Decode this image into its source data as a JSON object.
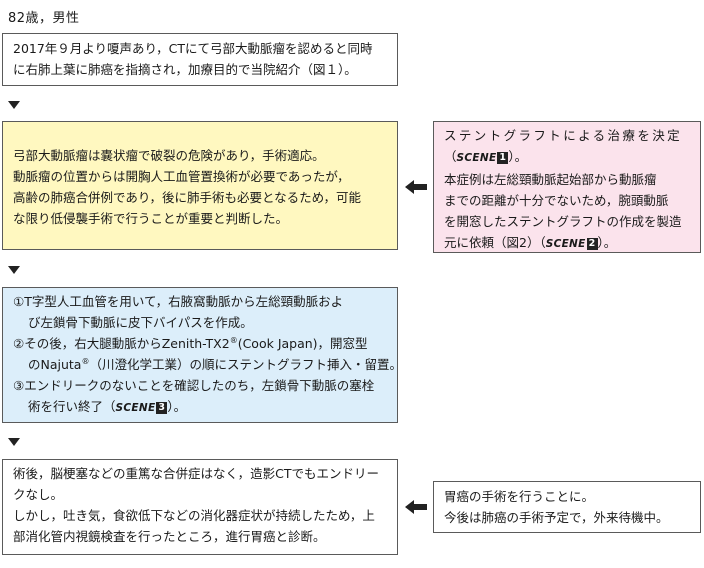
{
  "header": "82歳，男性",
  "box1": {
    "lines": [
      "2017年９月より嗄声あり，CTにて弓部大動脈瘤を認めると同時",
      "に右肺上葉に肺癌を指摘され，加療目的で当院紹介（図１）。"
    ]
  },
  "box2": {
    "lines": [
      "弓部大動脈瘤は嚢状瘤で破裂の危険があり，手術適応。",
      "動脈瘤の位置からは開胸人工血管置換術が必要であったが，",
      "高齢の肺癌合併例であり，後に肺手術も必要となるため，可能",
      "な限り低侵襲手術で行うことが重要と判断した。"
    ]
  },
  "side1": {
    "line1": "ステントグラフトによる治療を決定",
    "line2_pre": "（",
    "line2_post": "）。",
    "line3": "本症例は左総頸動脈起始部から動脈瘤",
    "line4": "までの距離が十分でないため，腕頭動脈",
    "line5": "を開窓したステントグラフトの作成を製造",
    "line6_pre": "元に依頼（図2）（",
    "line6_post": "）。",
    "scene_label": "SCENE",
    "scene_a_num": "1",
    "scene_b_num": "2"
  },
  "box3": {
    "l1": "①T字型人工血管を用いて，右腋窩動脈から左総頸動脈およ",
    "l2": "び左鎖骨下動脈に皮下バイパスを作成。",
    "l3_pre": "②その後，右大腿動脈からZenith-TX2",
    "l3_sup": "®",
    "l3_post": "(Cook Japan)，開窓型",
    "l4_pre": "のNajuta",
    "l4_sup": "®",
    "l4_post": "（川澄化学工業）の順にステントグラフト挿入・留置。",
    "l5": "③エンドリークのないことを確認したのち，左鎖骨下動脈の塞栓",
    "l6_pre": "術を行い終了（",
    "l6_post": "）。",
    "scene_label": "SCENE",
    "scene_num": "3"
  },
  "box4": {
    "lines": [
      "術後，脳梗塞などの重篤な合併症はなく，造影CTでもエンドリー",
      "クなし。",
      "しかし，吐き気，食欲低下などの消化器症状が持続したため，上",
      "部消化管内視鏡検査を行ったところ，進行胃癌と診断。"
    ]
  },
  "side2": {
    "lines": [
      "胃癌の手術を行うことに。",
      "今後は肺癌の手術予定で，外来待機中。"
    ]
  },
  "colors": {
    "yellow_box": "#fff8c0",
    "blue_box": "#dceefa",
    "pink_box": "#fbe3ec",
    "border": "#5a5a5a"
  },
  "icons": [
    "down-triangle-icon",
    "left-arrow-icon"
  ]
}
